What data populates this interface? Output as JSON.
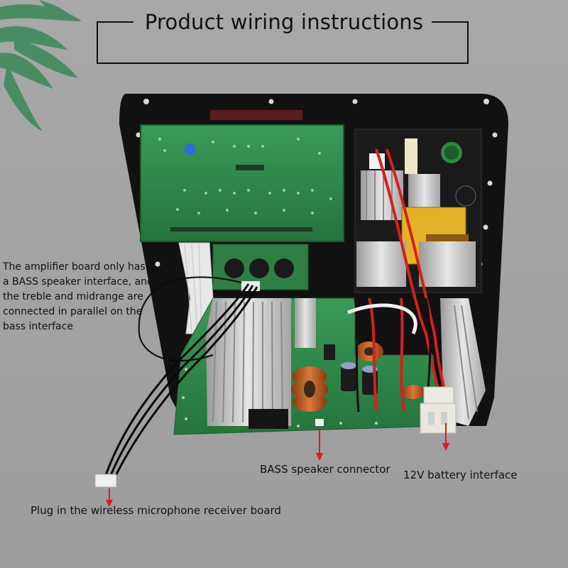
{
  "title": "Product wiring instructions",
  "annotations": {
    "amplifier_note": "The amplifier board only has\n a BASS speaker interface, and\n the treble and midrange are\nconnected in parallel on the\nbass interface",
    "bass_connector": "BASS speaker connector",
    "battery_interface": "12V battery interface",
    "mic_receiver": "Plug in the wireless microphone receiver board"
  },
  "colors": {
    "background": "#a3a3a3",
    "arrow": "#e01818",
    "pcb": "#2f8a4a",
    "heatsink": "#c8c8c8",
    "panel": "#111111"
  }
}
